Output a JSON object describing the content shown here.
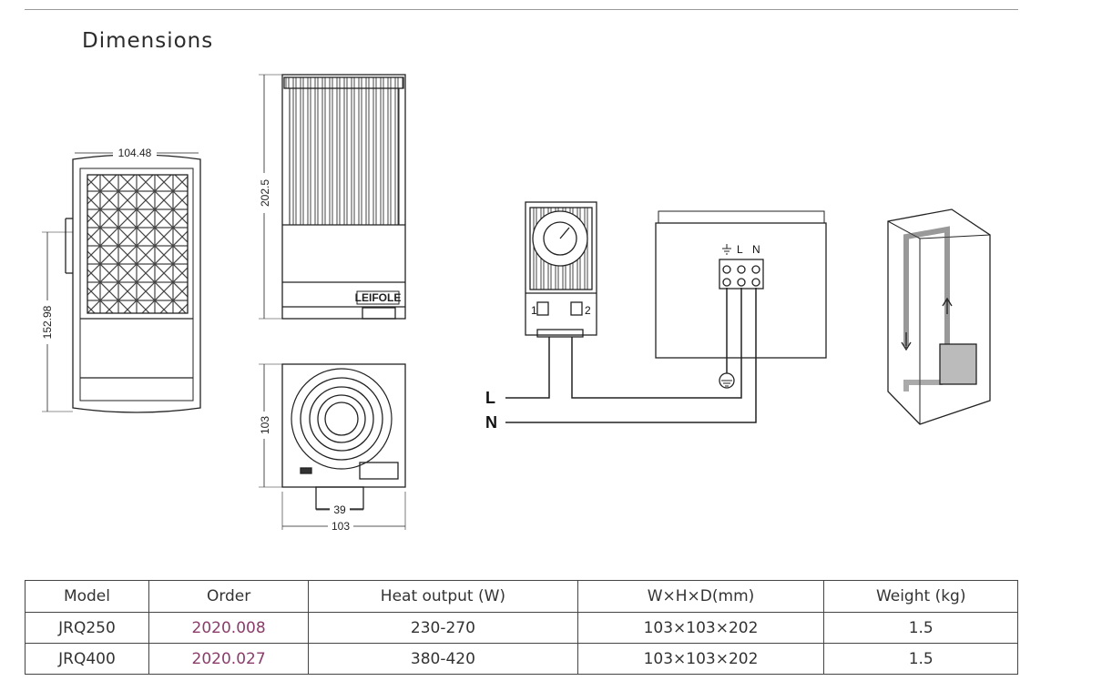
{
  "page": {
    "title": "Dimensions"
  },
  "dimensions": {
    "side_width": "104.48",
    "side_height": "152.98",
    "front_height": "202.5",
    "top_depth": "103",
    "bottom_inner": "39",
    "bottom_width": "103",
    "brand": "LEIFOLE"
  },
  "wiring": {
    "line_label": "L",
    "neutral_label": "N",
    "thermostat_terminal_1": "1",
    "thermostat_terminal_2": "2",
    "terminal_L": "L",
    "terminal_N": "N"
  },
  "table": {
    "headers": [
      "Model",
      "Order",
      "Heat output (W)",
      "W×H×D(mm)",
      "Weight (kg)"
    ],
    "rows": [
      {
        "model": "JRQ250",
        "order": "2020.008",
        "heat_output": "230-270",
        "dimensions": "103×103×202",
        "weight": "1.5"
      },
      {
        "model": "JRQ400",
        "order": "2020.027",
        "heat_output": "380-420",
        "dimensions": "103×103×202",
        "weight": "1.5"
      }
    ]
  },
  "colors": {
    "order_accent": "#8b3d6b",
    "line": "#222222"
  }
}
